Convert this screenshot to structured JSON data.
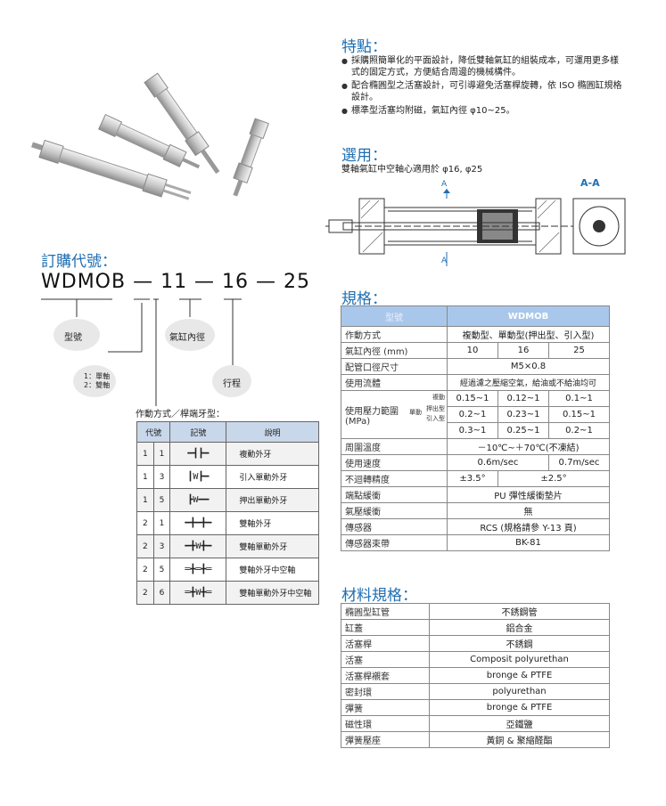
{
  "features": {
    "title": "特點：",
    "items": [
      "採購照簡單化的平面設計，降低雙軸氣缸的組裝成本，可運用更多樣式的固定方式，方便結合周邊的機械構件。",
      "配合橢圓型之活塞設計，可引導避免活塞桿旋轉，依 ISO 橢圓缸規格設計。",
      "標準型活塞均附磁，氣缸內徑 φ10~25。"
    ]
  },
  "usage": {
    "title": "選用：",
    "text": "雙軸氣缸中空軸心適用於 φ16, φ25",
    "section_a": "A",
    "section_aa": "A-A"
  },
  "order": {
    "title": "訂購代號：",
    "code": "WDMOB — 11 — 16 — 25",
    "labels": {
      "type": "型號",
      "bore": "氣缸內徑",
      "axis": "1：單軸\n2：雙軸",
      "stroke": "行程"
    },
    "action_title": "作動方式／桿端牙型：",
    "table_headers": [
      "代號",
      "記號",
      "說明"
    ],
    "rows": [
      {
        "c1": "1",
        "c2": "1",
        "desc": "複動外牙"
      },
      {
        "c1": "1",
        "c2": "3",
        "desc": "引入單動外牙"
      },
      {
        "c1": "1",
        "c2": "5",
        "desc": "押出單動外牙"
      },
      {
        "c1": "2",
        "c2": "1",
        "desc": "雙軸外牙"
      },
      {
        "c1": "2",
        "c2": "3",
        "desc": "雙軸單動外牙"
      },
      {
        "c1": "2",
        "c2": "5",
        "desc": "雙軸外牙中空軸"
      },
      {
        "c1": "2",
        "c2": "6",
        "desc": "雙軸單動外牙中空軸"
      }
    ]
  },
  "spec": {
    "title": "規格：",
    "header_key": "型號",
    "header_model": "WDMOB",
    "rows": {
      "action": {
        "k": "作動方式",
        "v": "複動型、單動型(押出型、引入型)"
      },
      "bore": {
        "k": "氣缸內徑 (mm)",
        "v": [
          "10",
          "16",
          "25"
        ]
      },
      "port": {
        "k": "配管口徑尺寸",
        "v": "M5×0.8"
      },
      "fluid": {
        "k": "使用流體",
        "v": "經過濾之壓縮空氣，給油或不給油均可"
      },
      "pressure": {
        "k": "使用壓力範圍",
        "unit": "(MPa)",
        "sub": [
          "複動",
          "押出型",
          "引入型"
        ],
        "sub_group": "單動",
        "vals": [
          [
            "0.15~1",
            "0.12~1",
            "0.1~1"
          ],
          [
            "0.2~1",
            "0.23~1",
            "0.15~1"
          ],
          [
            "0.3~1",
            "0.25~1",
            "0.2~1"
          ]
        ]
      },
      "temp": {
        "k": "周圍溫度",
        "v": "－10℃~＋70℃(不凍結)"
      },
      "speed": {
        "k": "使用速度",
        "v": [
          "0.6m/sec",
          "0.7m/sec"
        ]
      },
      "nonrot": {
        "k": "不迴轉精度",
        "v": [
          "±3.5°",
          "±2.5°"
        ]
      },
      "cushion": {
        "k": "端點緩衝",
        "v": "PU 彈性緩衝墊片"
      },
      "air_cushion": {
        "k": "氣壓緩衝",
        "v": "無"
      },
      "sensor": {
        "k": "傳感器",
        "v": "RCS (規格請參 Y-13 頁)"
      },
      "band": {
        "k": "傳感器束帶",
        "v": "BK-81"
      }
    }
  },
  "material": {
    "title": "材料規格：",
    "rows": [
      {
        "k": "橢圓型缸管",
        "v": "不銹鋼管"
      },
      {
        "k": "缸蓋",
        "v": "鋁合金"
      },
      {
        "k": "活塞桿",
        "v": "不銹鋼"
      },
      {
        "k": "活塞",
        "v": "Composit polyurethan"
      },
      {
        "k": "活塞桿襯套",
        "v": "bronge & PTFE"
      },
      {
        "k": "密封環",
        "v": "polyurethan"
      },
      {
        "k": "彈簧",
        "v": "bronge & PTFE"
      },
      {
        "k": "磁性環",
        "v": "亞鐵鹽"
      },
      {
        "k": "彈簧壓座",
        "v": "黃銅 & 聚縮醛酯"
      }
    ]
  },
  "colors": {
    "accent": "#1f6fb2",
    "table_header": "#a9c7ea"
  }
}
